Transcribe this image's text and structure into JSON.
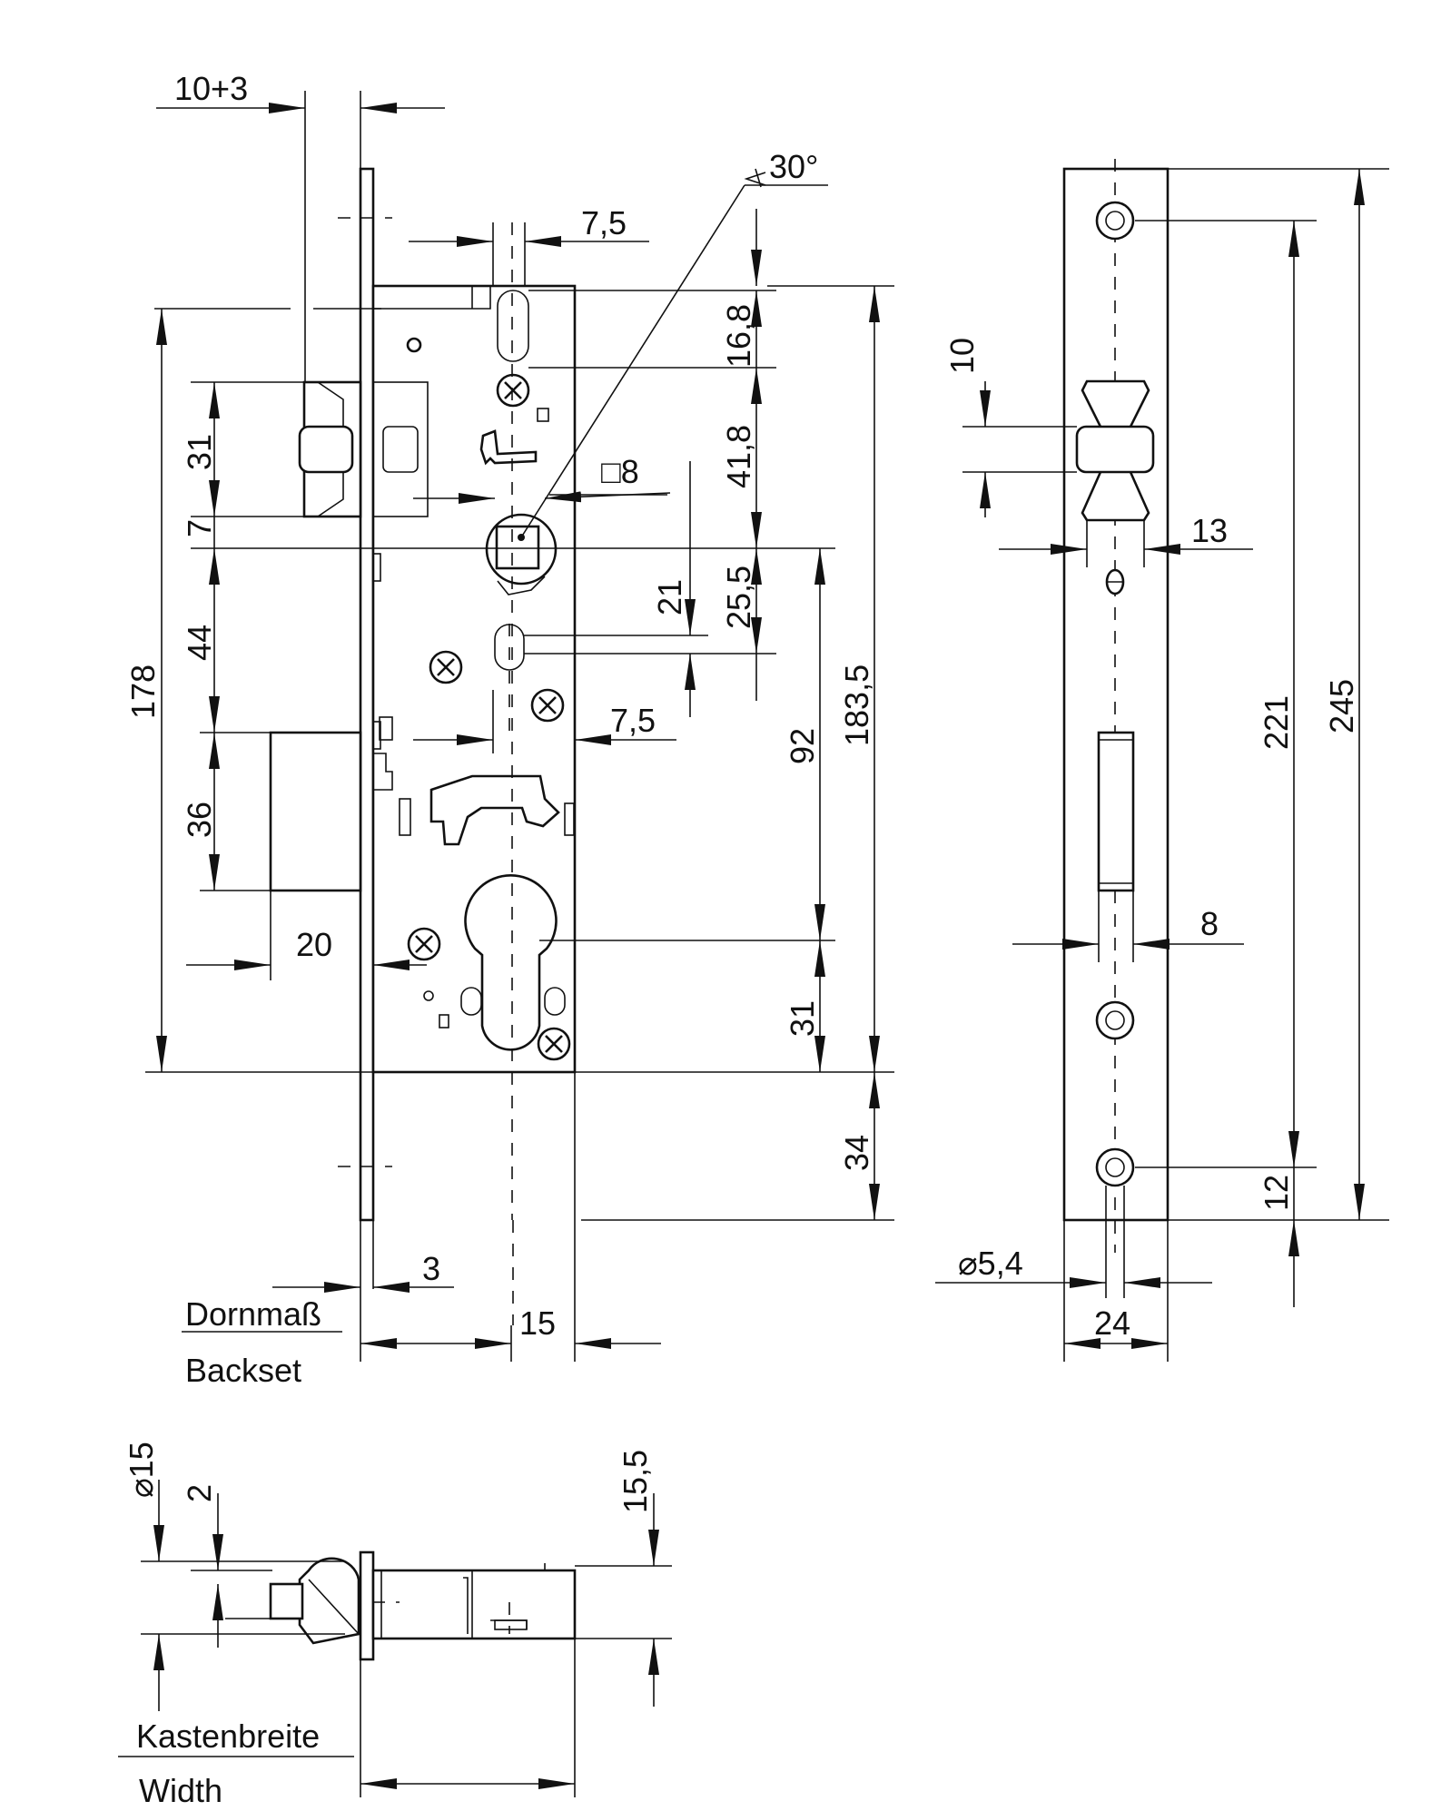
{
  "drawing": {
    "front_view": {
      "backplate_offset": "10+3",
      "follower_offset": "7,5",
      "angle": "30°",
      "spindle_square": "□8",
      "latch_pos": "16,8",
      "latch_height": "41,8",
      "latch_to_follower": "25,5",
      "follower_to_hole": "21",
      "deadbolt_offset": "7,5",
      "latch_width": "31",
      "latch_to_follower_left": "7",
      "follower_to_bolt": "44",
      "bolt_height": "36",
      "bolt_throw": "20",
      "total_body_height": "178",
      "follower_to_cylinder": "92",
      "body_height": "183,5",
      "cylinder_to_bottom": "31",
      "bottom_overhang": "34",
      "faceplate_thickness": "3",
      "cylinder_offset": "15",
      "backset_de": "Dornmaß",
      "backset_en": "Backset"
    },
    "faceplate_view": {
      "latch_slot_height": "10",
      "latch_width": "13",
      "bolt_width": "8",
      "hole_pitch": "221",
      "total_length": "245",
      "hole_to_end": "12",
      "hole_diameter": "⌀5,4",
      "plate_width": "24"
    },
    "top_view": {
      "bolt_diameter": "⌀15",
      "gap": "2",
      "case_height": "15,5",
      "case_width_de": "Kastenbreite",
      "case_width_en": "Width"
    }
  }
}
